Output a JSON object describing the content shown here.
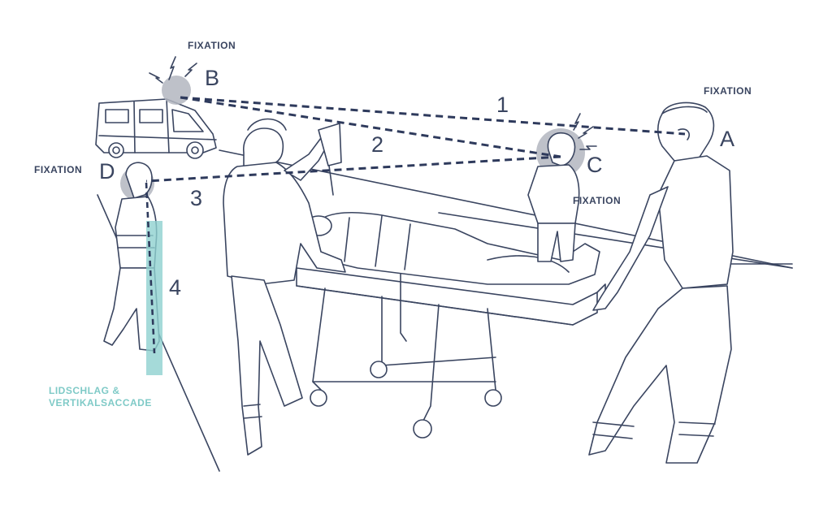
{
  "colors": {
    "ink": "#3a4560",
    "gaze_line": "#2e3a5c",
    "halo": "#b3b6c0",
    "saccade": "#8fd1cf",
    "saccade_text": "#7fcac7",
    "label": "#3a4560"
  },
  "points": {
    "A": {
      "letter": "A",
      "caption": "FIXATION"
    },
    "B": {
      "letter": "B",
      "caption": "FIXATION"
    },
    "C": {
      "letter": "C",
      "caption": "FIXATION"
    },
    "D": {
      "letter": "D",
      "caption": "FIXATION"
    }
  },
  "segments": [
    "1",
    "2",
    "3",
    "4"
  ],
  "saccade": {
    "line1": "LIDSCHLAG &",
    "line2": "VERTIKALSACCADE"
  },
  "icons": [
    "ambulance-van-icon",
    "stretcher-icon",
    "paramedic-figure-icon",
    "patient-figure-icon",
    "alarm-rays-icon"
  ]
}
